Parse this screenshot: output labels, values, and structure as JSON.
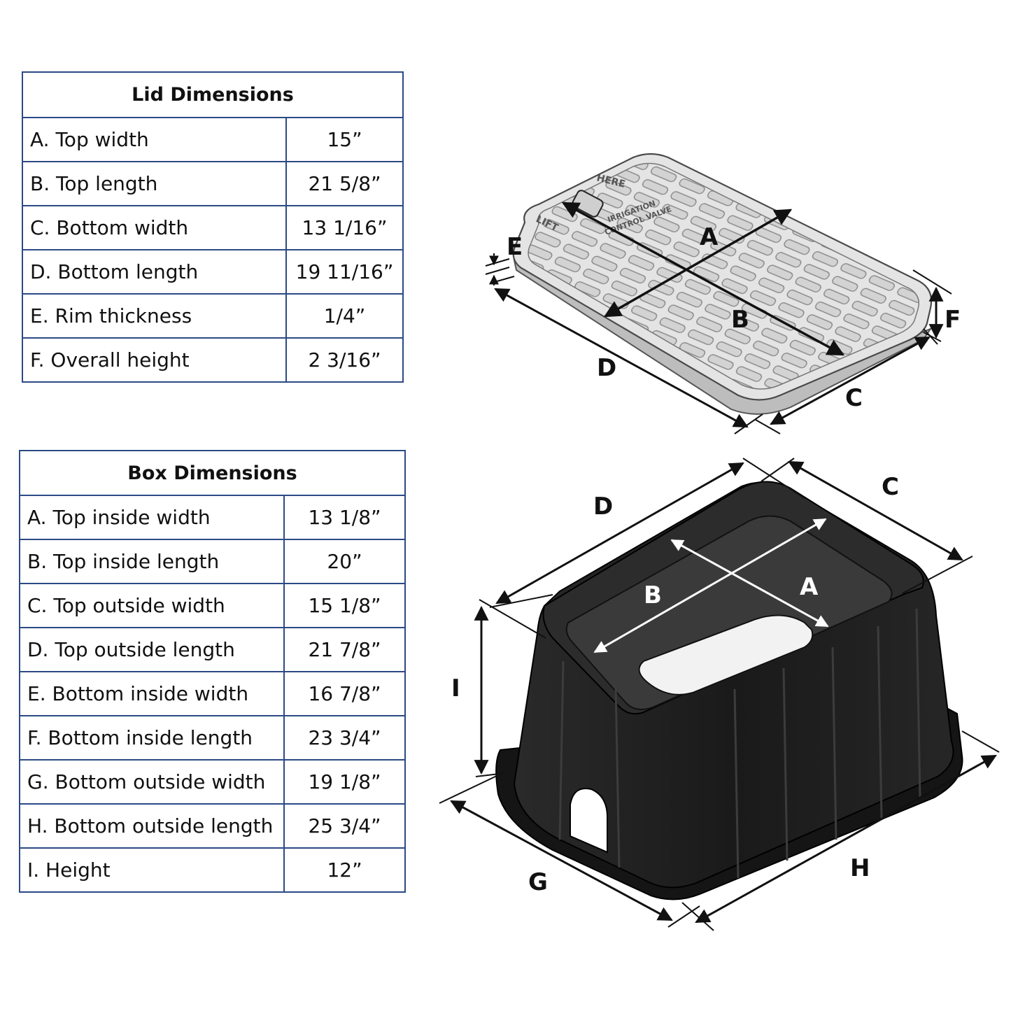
{
  "lid_table": {
    "title": "Lid Dimensions",
    "rows": [
      {
        "label": "A. Top width",
        "value": "15”"
      },
      {
        "label": "B. Top length",
        "value": "21 5/8”"
      },
      {
        "label": "C. Bottom width",
        "value": "13 1/16”"
      },
      {
        "label": "D. Bottom length",
        "value": "19 11/16”"
      },
      {
        "label": "E. Rim thickness",
        "value": "1/4”"
      },
      {
        "label": "F. Overall height",
        "value": "2 3/16”"
      }
    ]
  },
  "box_table": {
    "title": "Box Dimensions",
    "rows": [
      {
        "label": "A. Top inside width",
        "value": "13 1/8”"
      },
      {
        "label": "B. Top inside length",
        "value": "20”"
      },
      {
        "label": "C. Top outside width",
        "value": "15 1/8”"
      },
      {
        "label": "D. Top outside length",
        "value": "21 7/8”"
      },
      {
        "label": "E. Bottom inside width",
        "value": "16 7/8”"
      },
      {
        "label": "F. Bottom inside length",
        "value": "23 3/4”"
      },
      {
        "label": "G. Bottom outside width",
        "value": "19 1/8”"
      },
      {
        "label": "H. Bottom outside length",
        "value": "25 3/4”"
      },
      {
        "label": "I. Height",
        "value": "12”"
      }
    ]
  },
  "lid_drawing": {
    "labels": {
      "a": "A",
      "b": "B",
      "c": "C",
      "d": "D",
      "e": "E",
      "f": "F"
    },
    "embossed_text": {
      "lift": "LIFT",
      "here": "HERE",
      "line1": "IRRIGATION",
      "line2": "CONTROL VALVE"
    }
  },
  "box_drawing": {
    "labels": {
      "a": "A",
      "b": "B",
      "c": "C",
      "d": "D",
      "g": "G",
      "h": "H",
      "i": "I"
    }
  },
  "colors": {
    "table_border": "#2b4a85",
    "lid_fill": "#e4e4e4",
    "box_fill": "#1f1f1f"
  }
}
